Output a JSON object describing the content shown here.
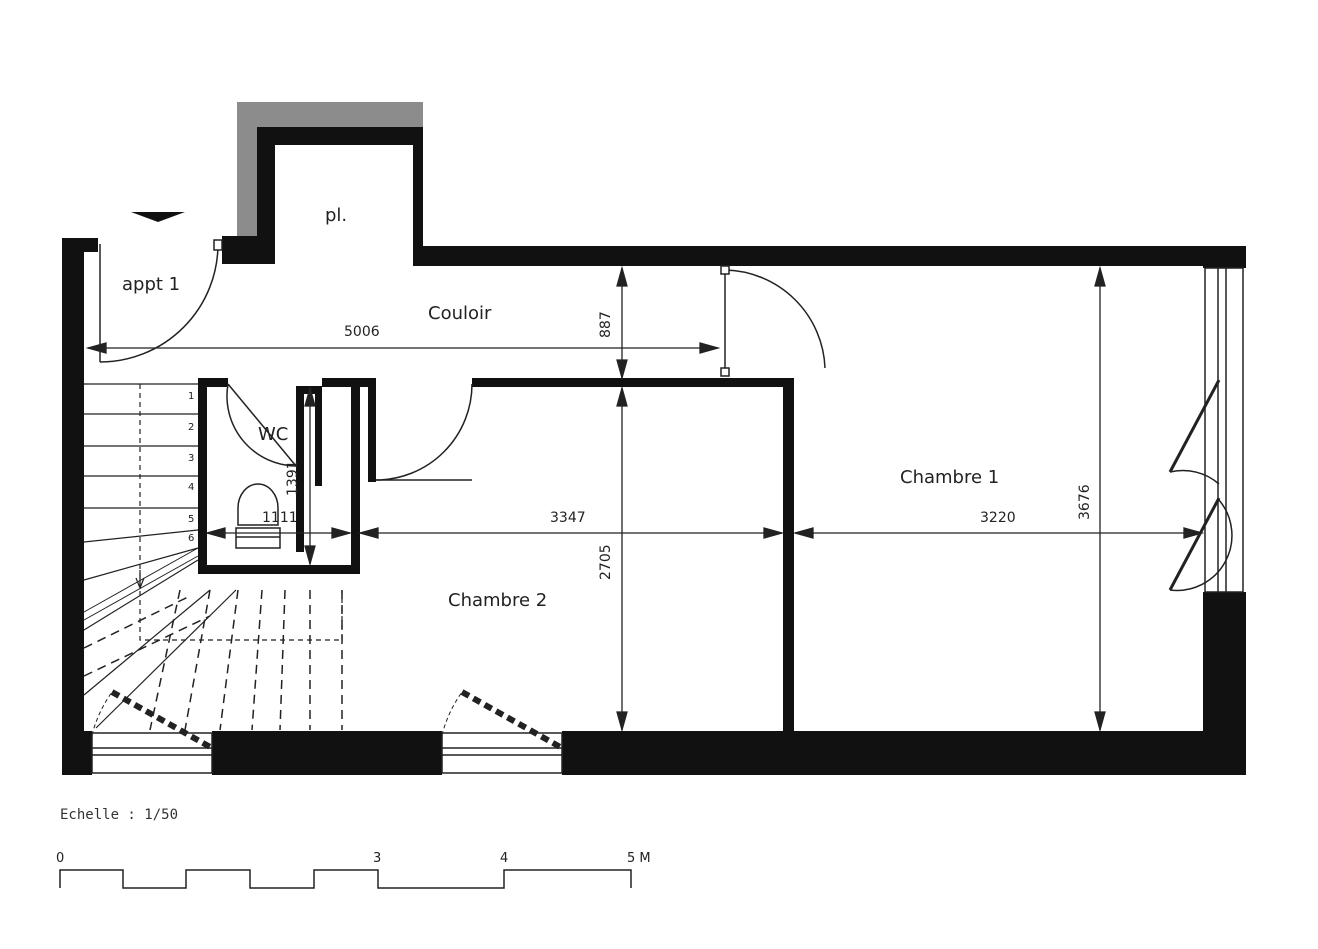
{
  "rooms": {
    "closet": "pl.",
    "entry": "appt 1",
    "corridor": "Couloir",
    "wc": "WC",
    "bedroom1": "Chambre 1",
    "bedroom2": "Chambre 2"
  },
  "dimensions": {
    "corridor_length": "5006",
    "corridor_width": "887",
    "wc_width": "1111",
    "wc_depth": "1391",
    "bedroom2_width": "3347",
    "bedroom2_depth": "2705",
    "bedroom1_width": "3220",
    "bedroom1_depth": "3676"
  },
  "stairs": {
    "steps": [
      "1",
      "2",
      "3",
      "4",
      "5",
      "6"
    ]
  },
  "scale": {
    "title": "Echelle : 1/50",
    "labels": [
      "0",
      "3",
      "4",
      "5 M"
    ]
  },
  "colors": {
    "wall": "#111111",
    "upper_wall": "#8c8c8c",
    "line": "#222222"
  }
}
